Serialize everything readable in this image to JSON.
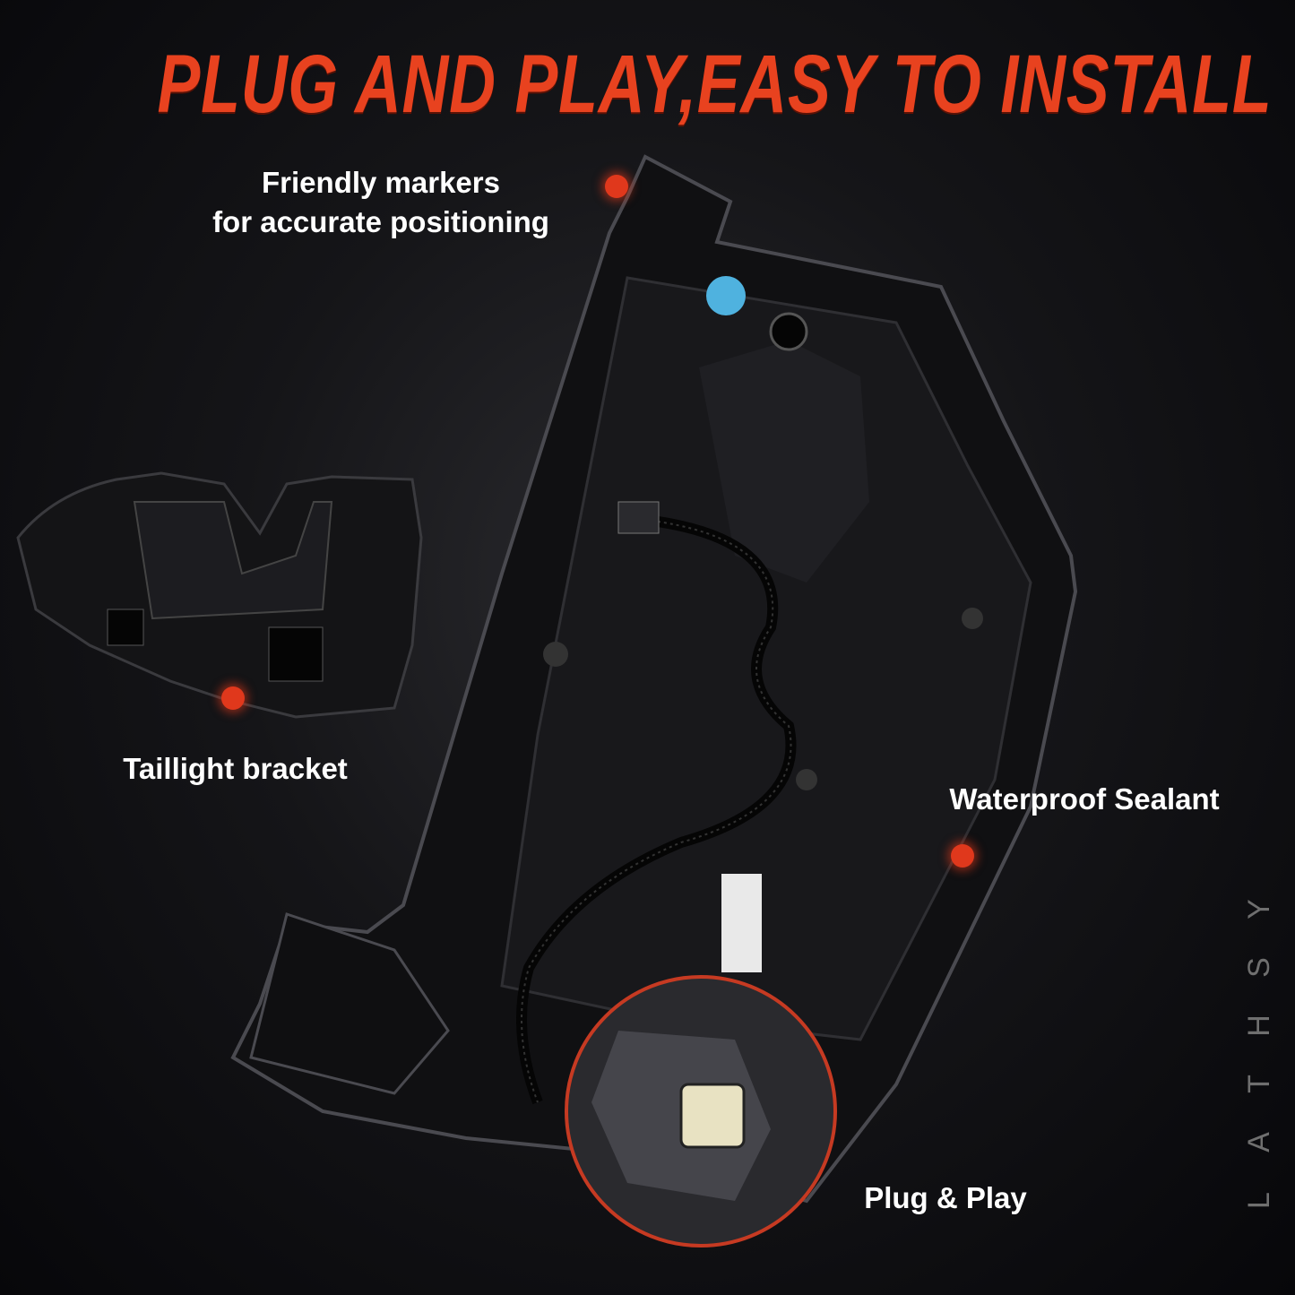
{
  "headline": "PLUG AND PLAY,EASY TO INSTALL",
  "callouts": {
    "markers": {
      "line1": "Friendly markers",
      "line2": "for accurate positioning"
    },
    "bracket": "Taillight bracket",
    "sealant": "Waterproof Sealant",
    "plug": "Plug & Play"
  },
  "watermark": "LATHSY",
  "colors": {
    "accent": "#e8421f",
    "background": "#0b0b0d",
    "text": "#ffffff"
  }
}
